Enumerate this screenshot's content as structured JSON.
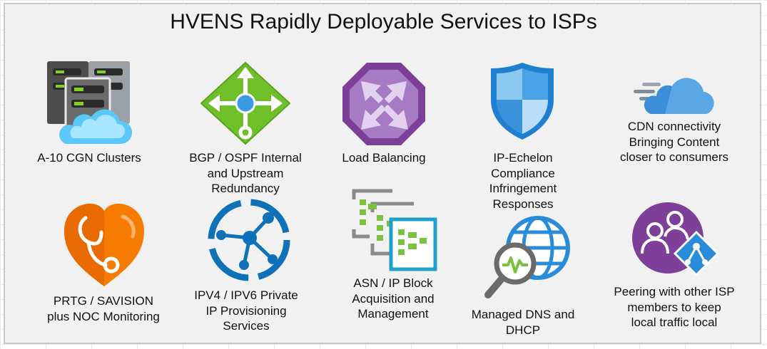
{
  "title": "HVENS Rapidly Deployable Services to ISPs",
  "services": [
    {
      "label": "A-10 CGN Clusters",
      "icon": "server-cloud-icon"
    },
    {
      "label": "BGP / OSPF Internal\nand Upstream\nRedundancy",
      "icon": "routing-arrows-icon"
    },
    {
      "label": "Load Balancing",
      "icon": "load-balancer-icon"
    },
    {
      "label": "IP-Echelon\nCompliance\nInfringement\nResponses",
      "icon": "shield-icon"
    },
    {
      "label": "CDN connectivity\nBringing Content\ncloser to consumers",
      "icon": "cdn-cloud-icon"
    },
    {
      "label": "PRTG / SAVISION\nplus NOC Monitoring",
      "icon": "heart-stethoscope-icon"
    },
    {
      "label": "IPV4 / IPV6 Private\nIP Provisioning\nServices",
      "icon": "network-hub-icon"
    },
    {
      "label": "ASN  /  IP Block\nAcquisition and\nManagement",
      "icon": "ip-blocks-icon"
    },
    {
      "label": "Managed DNS  and\nDHCP",
      "icon": "dns-globe-icon"
    },
    {
      "label": "Peering with other ISP\nmembers to keep\nlocal traffic local",
      "icon": "peering-users-icon"
    }
  ],
  "colors": {
    "server_dark": "#4a4a4a",
    "server_light": "#9aa0a6",
    "led_green": "#7ed321",
    "cloud_blue": "#5ac8fa",
    "routing_green": "#6fbf2a",
    "lb_purple": "#7d3f98",
    "shield_blue": "#1f7fd0",
    "cdn_blue": "#3c8fd6",
    "heart_orange": "#f57c00",
    "hub_blue": "#0f72b8",
    "block_gray": "#8a8a8a",
    "block_green": "#7ac142",
    "block_teal": "#1fa0c8",
    "globe_blue": "#2a8cd9",
    "peer_purple": "#7d3f98"
  }
}
